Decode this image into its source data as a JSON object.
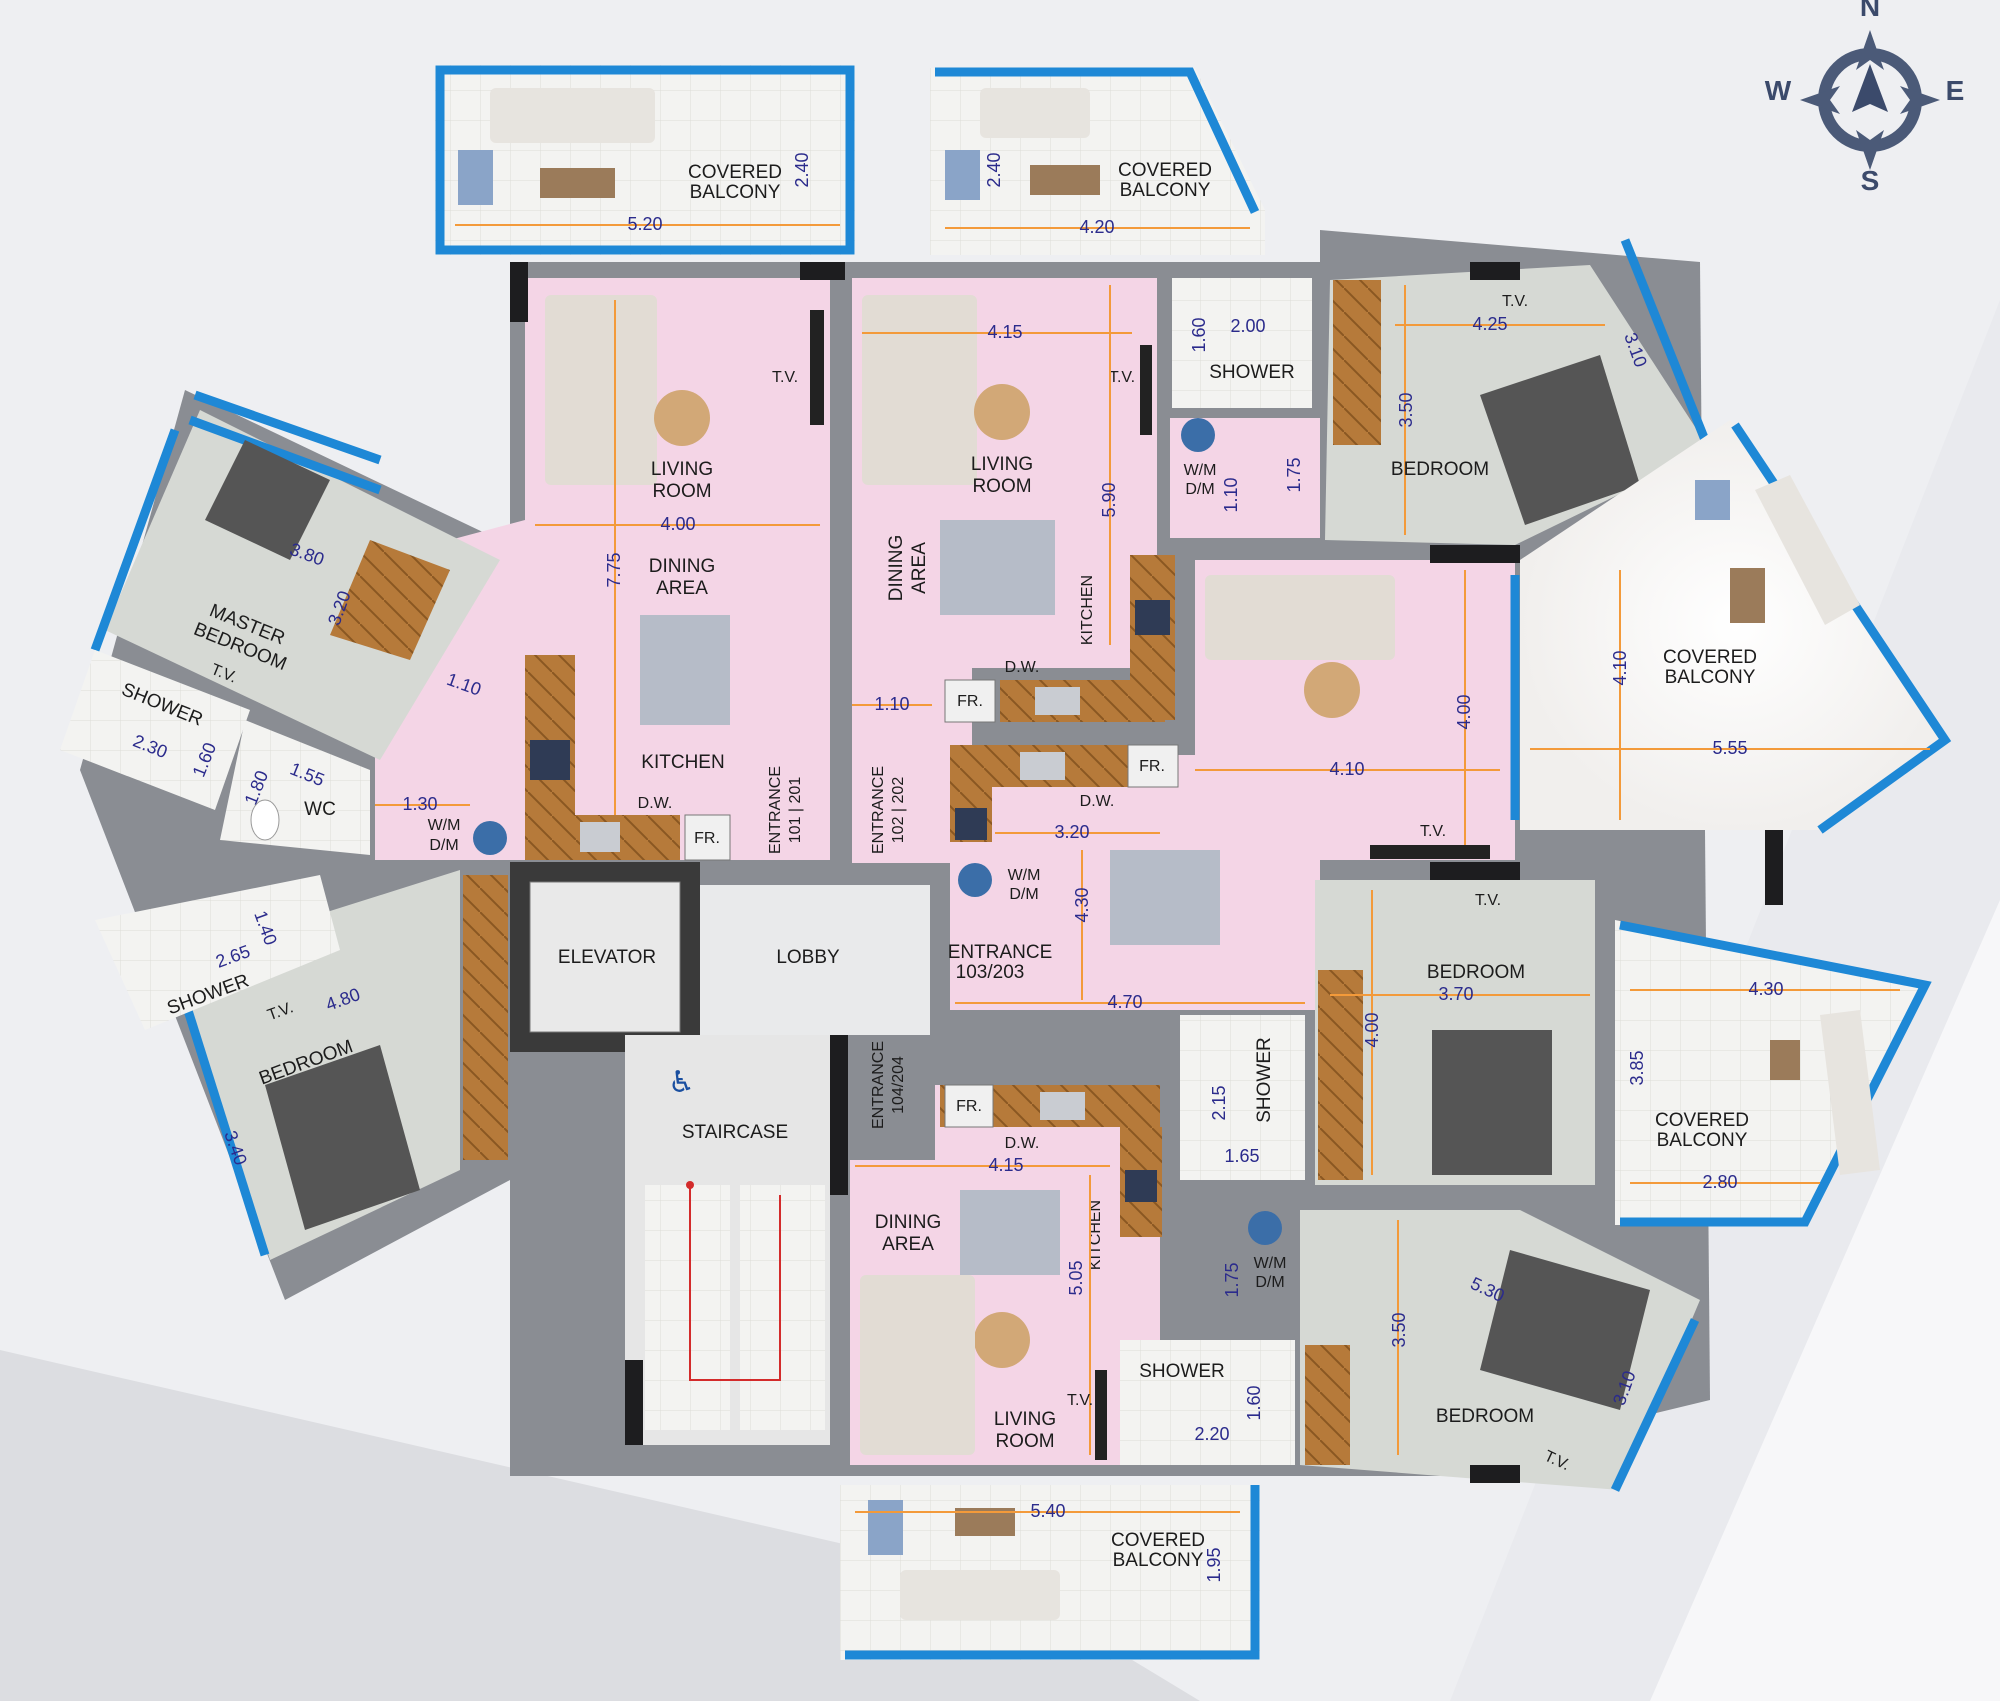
{
  "compass": {
    "n": "N",
    "s": "S",
    "e": "E",
    "w": "W"
  },
  "core": {
    "elevator": "ELEVATOR",
    "lobby": "LOBBY",
    "staircase": "STAIRCASE",
    "accessible_icon": "wheelchair-icon"
  },
  "apt_101": {
    "entrance": [
      "ENTRANCE",
      "101 | 201"
    ],
    "balcony": [
      "COVERED",
      "BALCONY"
    ],
    "balcony_w": "5.20",
    "balcony_h": "2.40",
    "living": [
      "LIVING",
      "ROOM"
    ],
    "tv": "T.V.",
    "dining": [
      "DINING",
      "AREA"
    ],
    "kitchen": "KITCHEN",
    "dw": "D.W.",
    "fr": "FR.",
    "wm": [
      "W/M",
      "D/M"
    ],
    "wc": "WC",
    "dim_4_00": "4.00",
    "dim_7_75": "7.75",
    "dim_1_10": "1.10",
    "dim_1_30": "1.30",
    "master": [
      "MASTER",
      "BEDROOM"
    ],
    "master_tv": "T.V.",
    "dim_3_80": "3.80",
    "dim_3_20": "3.20",
    "shower": "SHOWER",
    "dim_2_30": "2.30",
    "dim_1_60": "1.60",
    "dim_1_80": "1.80",
    "dim_1_55": "1.55",
    "bedroom": "BEDROOM",
    "bed_tv": "T.V.",
    "dim_4_80": "4.80",
    "dim_3_40": "3.40",
    "shower2": "SHOWER",
    "dim_2_65": "2.65",
    "dim_1_40": "1.40"
  },
  "apt_102": {
    "entrance": [
      "ENTRANCE",
      "102 | 202"
    ],
    "balcony": [
      "COVERED",
      "BALCONY"
    ],
    "balcony_w": "4.20",
    "balcony_h": "2.40",
    "living": [
      "LIVING",
      "ROOM"
    ],
    "tv": "T.V.",
    "dining": [
      "DINING",
      "AREA"
    ],
    "kitchen": "KITCHEN",
    "dw": "D.W.",
    "fr": "FR.",
    "dim_4_15": "4.15",
    "dim_5_90": "5.90",
    "dim_1_10": "1.10",
    "shower": "SHOWER",
    "dim_2_00": "2.00",
    "dim_1_60": "1.60",
    "wm": [
      "W/M",
      "D/M"
    ],
    "dim_1_10b": "1.10",
    "dim_1_75": "1.75",
    "bedroom": "BEDROOM",
    "bed_tv": "T.V.",
    "dim_4_25": "4.25",
    "dim_3_50": "3.50",
    "dim_3_10": "3.10"
  },
  "apt_103": {
    "entrance": [
      "ENTRANCE",
      "103/203"
    ],
    "balcony": [
      "COVERED",
      "BALCONY"
    ],
    "balcony_w": "5.55",
    "balcony_h": "4.10",
    "tv": "T.V.",
    "dim_4_10": "4.10",
    "dim_4_00": "4.00",
    "fr": "FR.",
    "dw": "D.W.",
    "dim_3_20": "3.20",
    "dim_4_30": "4.30",
    "dim_4_70": "4.70",
    "wm": [
      "W/M",
      "D/M"
    ],
    "bedroom": "BEDROOM",
    "bed_tv": "T.V.",
    "dim_3_70": "3.70",
    "dim_4_00b": "4.00",
    "shower": "SHOWER",
    "dim_2_15": "2.15",
    "dim_1_65": "1.65",
    "balcony2": [
      "COVERED",
      "BALCONY"
    ],
    "balcony2_w1": "4.30",
    "balcony2_w2": "2.80",
    "balcony2_h": "3.85"
  },
  "apt_104": {
    "entrance": [
      "ENTRANCE",
      "104/204"
    ],
    "balcony": [
      "COVERED",
      "BALCONY"
    ],
    "balcony_w": "5.40",
    "balcony_h": "1.95",
    "living": [
      "LIVING",
      "ROOM"
    ],
    "tv": "T.V.",
    "dining": [
      "DINING",
      "AREA"
    ],
    "kitchen": "KITCHEN",
    "dw": "D.W.",
    "fr": "FR.",
    "dim_4_15": "4.15",
    "dim_5_05": "5.05",
    "wm": [
      "W/M",
      "D/M"
    ],
    "dim_1_75": "1.75",
    "shower": "SHOWER",
    "dim_1_60": "1.60",
    "dim_2_20": "2.20",
    "bedroom": "BEDROOM",
    "bed_tv": "T.V.",
    "dim_5_30": "5.30",
    "dim_3_50": "3.50",
    "dim_3_10": "3.10"
  }
}
